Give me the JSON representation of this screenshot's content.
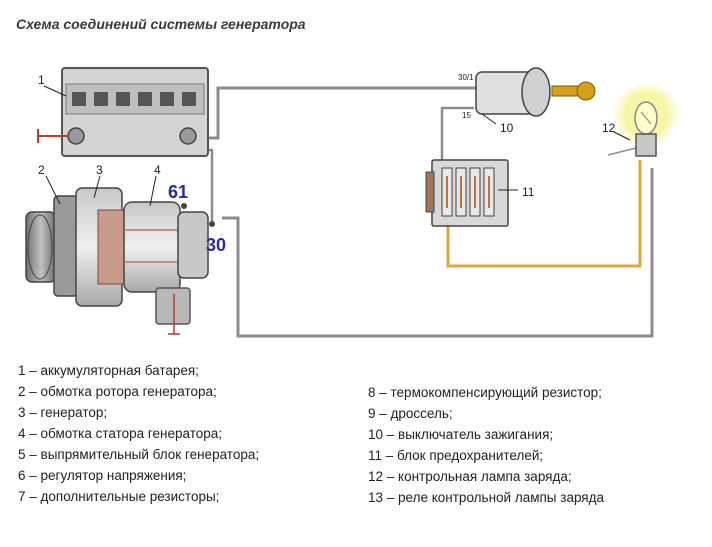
{
  "title": "Схема соединений системы генератора",
  "callouts": {
    "battery": "1",
    "rotor": "2",
    "generator": "3",
    "stator": "4",
    "switch": "10",
    "fuse_block": "11",
    "lamp": "12",
    "terminal_61": "61",
    "terminal_30": "30",
    "switch_30_1": "30/1",
    "switch_15": "15"
  },
  "legend": {
    "left": [
      "1 – аккумуляторная батарея;",
      "2 – обмотка ротора генератора;",
      "3 – генератор;",
      "4 – обмотка статора генератора;",
      "5 – выпрямительный блок генератора;",
      "6 – регулятор напряжения;",
      "7 – дополнительные резисторы;"
    ],
    "right": [
      "8 – термокомпенсирующий резистор;",
      "9 – дроссель;",
      "10 – выключатель зажигания;",
      "11 – блок предохранителей;",
      "12 – контрольная лампа заряда;",
      "13 – реле контрольной лампы заряда"
    ]
  },
  "colors": {
    "wire_gray": "#8c8c8c",
    "wire_yellow": "#e0a83a",
    "terminal_blue": "#2a2aa0",
    "lamp_glow": "#f5f07a",
    "battery_body": "#d4d4d4"
  }
}
